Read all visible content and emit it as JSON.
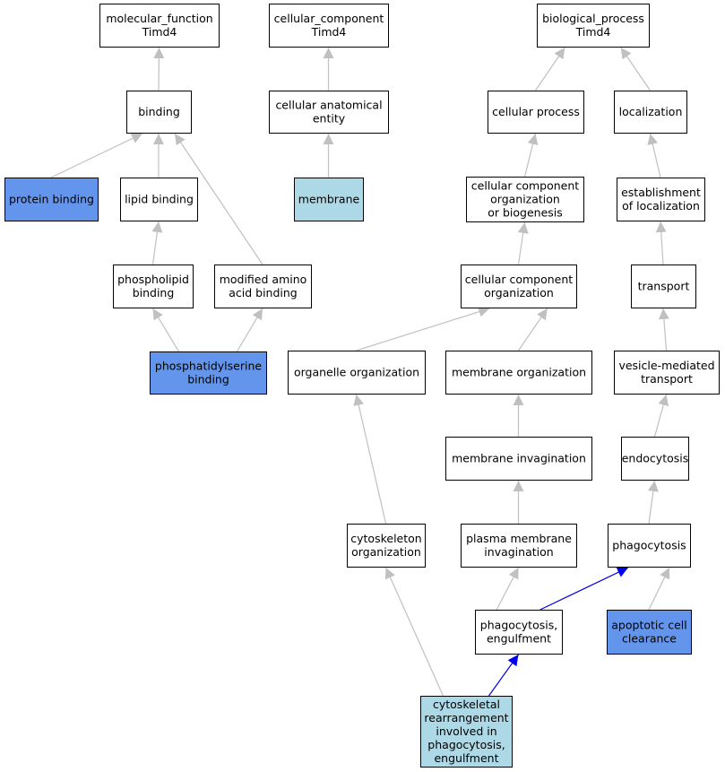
{
  "colors": {
    "default_fill": "#ffffff",
    "highlight_dark": "#6495ed",
    "highlight_light": "#add8e6",
    "edge_gray": "#c0c0c0",
    "edge_blue": "#0000ee"
  },
  "nodes": [
    {
      "id": "mf",
      "lines": [
        "molecular_function",
        "Timd4"
      ],
      "fill": "default"
    },
    {
      "id": "cc",
      "lines": [
        "cellular_component",
        "Timd4"
      ],
      "fill": "default"
    },
    {
      "id": "bp",
      "lines": [
        "biological_process",
        "Timd4"
      ],
      "fill": "default"
    },
    {
      "id": "binding",
      "lines": [
        "binding"
      ],
      "fill": "default"
    },
    {
      "id": "cae",
      "lines": [
        "cellular anatomical",
        "entity"
      ],
      "fill": "default"
    },
    {
      "id": "cellproc",
      "lines": [
        "cellular process"
      ],
      "fill": "default"
    },
    {
      "id": "localization",
      "lines": [
        "localization"
      ],
      "fill": "default"
    },
    {
      "id": "protbind",
      "lines": [
        "protein binding"
      ],
      "fill": "dark"
    },
    {
      "id": "lipidbind",
      "lines": [
        "lipid binding"
      ],
      "fill": "default"
    },
    {
      "id": "membrane",
      "lines": [
        "membrane"
      ],
      "fill": "light"
    },
    {
      "id": "ccob",
      "lines": [
        "cellular component",
        "organization",
        "or biogenesis"
      ],
      "fill": "default"
    },
    {
      "id": "estloc",
      "lines": [
        "establishment",
        "of localization"
      ],
      "fill": "default"
    },
    {
      "id": "phospholipid",
      "lines": [
        "phospholipid",
        "binding"
      ],
      "fill": "default"
    },
    {
      "id": "modamino",
      "lines": [
        "modified amino",
        "acid binding"
      ],
      "fill": "default"
    },
    {
      "id": "cco",
      "lines": [
        "cellular component",
        "organization"
      ],
      "fill": "default"
    },
    {
      "id": "transport",
      "lines": [
        "transport"
      ],
      "fill": "default"
    },
    {
      "id": "psbind",
      "lines": [
        "phosphatidylserine",
        "binding"
      ],
      "fill": "dark"
    },
    {
      "id": "orgorg",
      "lines": [
        "organelle organization"
      ],
      "fill": "default"
    },
    {
      "id": "memorg",
      "lines": [
        "membrane organization"
      ],
      "fill": "default"
    },
    {
      "id": "vesicle",
      "lines": [
        "vesicle-mediated",
        "transport"
      ],
      "fill": "default"
    },
    {
      "id": "meminv",
      "lines": [
        "membrane invagination"
      ],
      "fill": "default"
    },
    {
      "id": "endocytosis",
      "lines": [
        "endocytosis"
      ],
      "fill": "default"
    },
    {
      "id": "cytoorg",
      "lines": [
        "cytoskeleton",
        "organization"
      ],
      "fill": "default"
    },
    {
      "id": "pminv",
      "lines": [
        "plasma membrane",
        "invagination"
      ],
      "fill": "default"
    },
    {
      "id": "phagocytosis",
      "lines": [
        "phagocytosis"
      ],
      "fill": "default"
    },
    {
      "id": "phagoeng",
      "lines": [
        "phagocytosis,",
        "engulfment"
      ],
      "fill": "default"
    },
    {
      "id": "apoptotic",
      "lines": [
        "apoptotic cell",
        "clearance"
      ],
      "fill": "dark"
    },
    {
      "id": "cytorearr",
      "lines": [
        "cytoskeletal",
        "rearrangement",
        "involved in",
        "phagocytosis,",
        "engulfment"
      ],
      "fill": "light"
    }
  ],
  "edges": [
    {
      "from": "binding",
      "to": "mf",
      "color": "gray"
    },
    {
      "from": "cae",
      "to": "cc",
      "color": "gray"
    },
    {
      "from": "cellproc",
      "to": "bp",
      "color": "gray"
    },
    {
      "from": "localization",
      "to": "bp",
      "color": "gray"
    },
    {
      "from": "protbind",
      "to": "binding",
      "color": "gray"
    },
    {
      "from": "lipidbind",
      "to": "binding",
      "color": "gray"
    },
    {
      "from": "modamino",
      "to": "binding",
      "color": "gray"
    },
    {
      "from": "membrane",
      "to": "cae",
      "color": "gray"
    },
    {
      "from": "ccob",
      "to": "cellproc",
      "color": "gray"
    },
    {
      "from": "estloc",
      "to": "localization",
      "color": "gray"
    },
    {
      "from": "phospholipid",
      "to": "lipidbind",
      "color": "gray"
    },
    {
      "from": "cco",
      "to": "ccob",
      "color": "gray"
    },
    {
      "from": "transport",
      "to": "estloc",
      "color": "gray"
    },
    {
      "from": "psbind",
      "to": "phospholipid",
      "color": "gray"
    },
    {
      "from": "psbind",
      "to": "modamino",
      "color": "gray"
    },
    {
      "from": "orgorg",
      "to": "cco",
      "color": "gray"
    },
    {
      "from": "memorg",
      "to": "cco",
      "color": "gray"
    },
    {
      "from": "vesicle",
      "to": "transport",
      "color": "gray"
    },
    {
      "from": "meminv",
      "to": "memorg",
      "color": "gray"
    },
    {
      "from": "endocytosis",
      "to": "vesicle",
      "color": "gray"
    },
    {
      "from": "cytoorg",
      "to": "orgorg",
      "color": "gray"
    },
    {
      "from": "pminv",
      "to": "meminv",
      "color": "gray"
    },
    {
      "from": "phagocytosis",
      "to": "endocytosis",
      "color": "gray"
    },
    {
      "from": "phagoeng",
      "to": "pminv",
      "color": "gray"
    },
    {
      "from": "phagoeng",
      "to": "phagocytosis",
      "color": "blue"
    },
    {
      "from": "apoptotic",
      "to": "phagocytosis",
      "color": "gray"
    },
    {
      "from": "cytorearr",
      "to": "cytoorg",
      "color": "gray"
    },
    {
      "from": "cytorearr",
      "to": "phagoeng",
      "color": "blue"
    }
  ]
}
